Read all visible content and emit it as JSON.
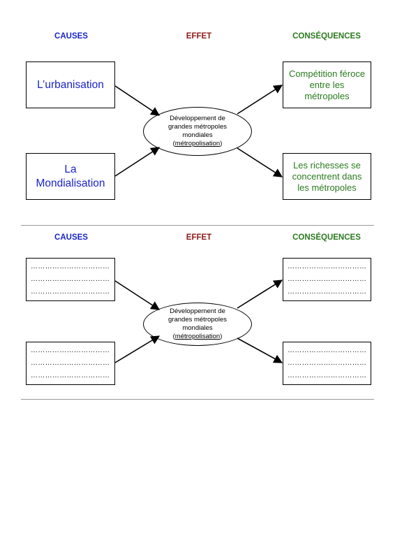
{
  "headers": {
    "causes": "CAUSES",
    "effet": "EFFET",
    "consequences": "CONSÉQUENCES"
  },
  "panel1": {
    "cause1": "L’urbanisation",
    "cause2_line1": "La",
    "cause2_line2": "Mondialisation",
    "effect_line1": "Développement de",
    "effect_line2": "grandes métropoles",
    "effect_line3": "mondiales",
    "effect_open": "(",
    "effect_underlined": "métropolisation",
    "effect_close": ")",
    "cons1_line1": "Compétition féroce",
    "cons1_line2": "entre les",
    "cons1_line3": "métropoles",
    "cons2_line1": "Les richesses se",
    "cons2_line2": "concentrent dans",
    "cons2_line3": "les métropoles"
  },
  "panel2": {
    "effect_line1": "Développement de",
    "effect_line2": "grandes métropoles",
    "effect_line3": "mondiales",
    "effect_open": "(",
    "effect_underlined": "métropolisation",
    "effect_close": ")",
    "cause_dots": "……………………………",
    "cons_dots": "……………………………"
  },
  "colors": {
    "causes": "#1a24c8",
    "effet": "#8b1a1a",
    "consequences": "#2a7a1e"
  }
}
